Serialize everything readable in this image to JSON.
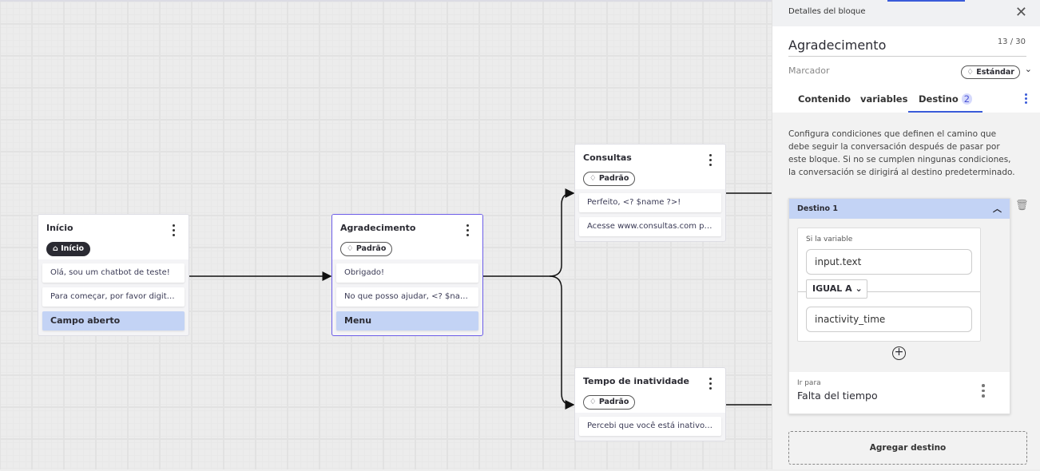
{
  "canvas": {
    "nodes": [
      {
        "title": "Início",
        "badge": "Início",
        "badge_icon": "home-icon",
        "items": [
          "Olá, sou um chatbot de teste!",
          "Para começar, por favor digite o ..."
        ],
        "input": "Campo aberto"
      },
      {
        "title": "Agradecimento",
        "badge": "Padrão",
        "badge_icon": "tag-icon",
        "items": [
          "Obrigado!",
          "No que posso ajudar, <? $name ..."
        ],
        "input": "Menu"
      },
      {
        "title": "Consultas",
        "badge": "Padrão",
        "badge_icon": "tag-icon",
        "items": [
          "Perfeito, <? $name ?>!",
          "Acesse www.consultas.com par..."
        ]
      },
      {
        "title": "Tempo de inatividade",
        "badge": "Padrão",
        "badge_icon": "tag-icon",
        "items": [
          "Percebi que você está inativo. C..."
        ]
      }
    ],
    "selected_color": "#6b5ce7"
  },
  "panel": {
    "header": "Detalles del bloque",
    "block_name": "Agradecimento",
    "char_count": "13 / 30",
    "marker_label": "Marcador",
    "marker_value": "Estándar",
    "tabs": [
      {
        "label": "Contenido"
      },
      {
        "label": "variables"
      },
      {
        "label": "Destino",
        "count": "2",
        "active": true
      }
    ],
    "description": "Configura condiciones que definen el camino que debe seguir la conversación después de pasar por este bloque. Si no se cumplen ningunas condiciones, la conversación se dirigirá al destino predeterminado.",
    "destination": {
      "title": "Destino 1",
      "condition_label": "Si la variable",
      "variable": "input.text",
      "operator": "IGUAL A",
      "value": "inactivity_time",
      "goto_label": "Ir para",
      "goto_value": "Falta del tiempo"
    },
    "add_button": "Agregar destino",
    "accent": "#3a5bd9"
  }
}
